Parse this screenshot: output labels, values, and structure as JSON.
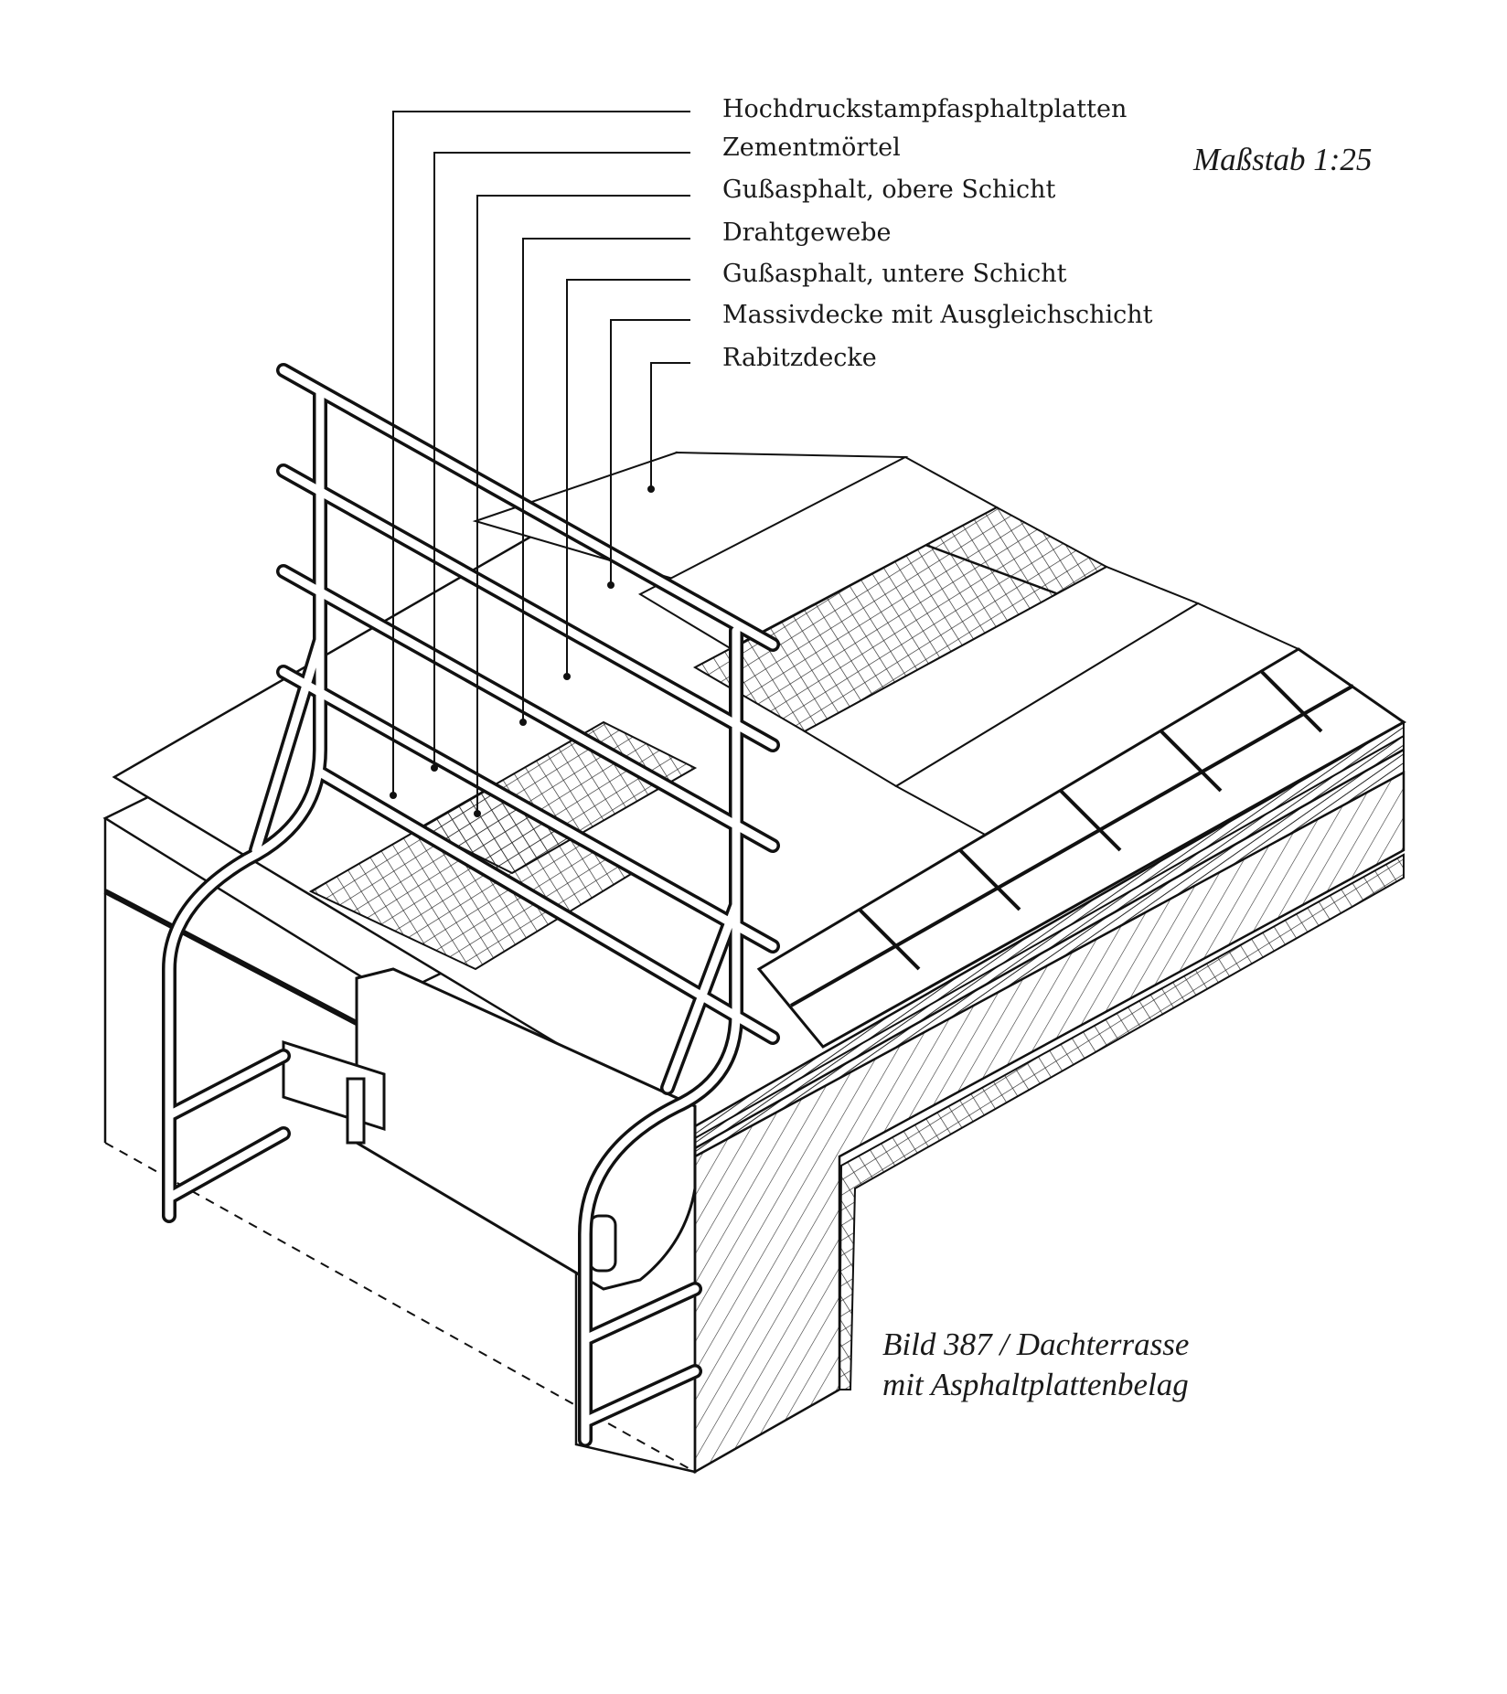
{
  "labels": [
    "Hochdruckstampfasphaltplatten",
    "Zementmörtel",
    "Gußasphalt, obere Schicht",
    "Drahtgewebe",
    "Gußasphalt, untere Schicht",
    "Massivdecke mit Ausgleichschicht",
    "Rabitzdecke"
  ],
  "scale": "Maßstab 1:25",
  "caption": {
    "line1": "Bild 387 / Dachterrasse",
    "line2": "mit Asphaltplattenbelag"
  }
}
